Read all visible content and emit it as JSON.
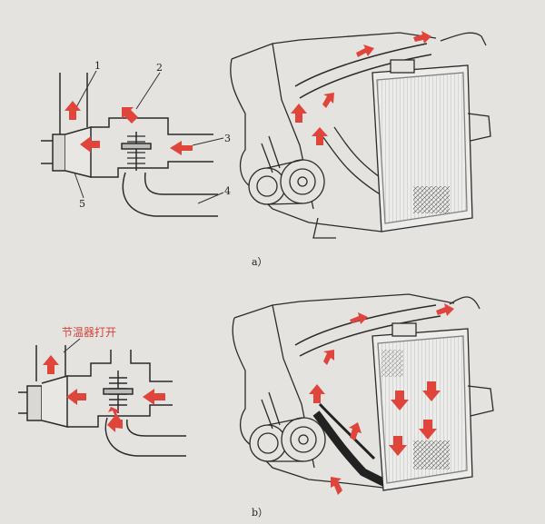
{
  "panel_a": {
    "caption": "a）",
    "callouts": [
      "1",
      "2",
      "3",
      "4",
      "5"
    ]
  },
  "panel_b": {
    "caption": "b）",
    "state_label": "节温器打开"
  },
  "colors": {
    "flow_arrow": "#e0453c",
    "line": "#2b2b2b",
    "paper": "#e4e3df"
  }
}
